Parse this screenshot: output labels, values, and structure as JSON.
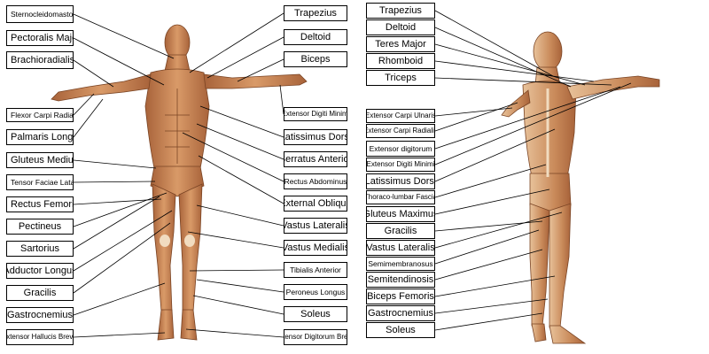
{
  "front_labels_left": [
    "Sternocleidomastoid",
    "Pectoralis Major",
    "Brachioradialis",
    "Flexor Carpi Radialis",
    "Palmaris Longus",
    "Gluteus Medius",
    "Tensor Faciae Latae",
    "Rectus Femoris",
    "Pectineus",
    "Sartorius",
    "Adductor Longus",
    "Gracilis",
    "Gastrocnemius",
    "Extensor Hallucis Brevis"
  ],
  "front_labels_right": [
    "Trapezius",
    "Deltoid",
    "Biceps",
    "Extensor Digiti Minimi",
    "Latissimus Dorsi",
    "Serratus Anterior",
    "Rectus Abdominus",
    "External Oblique",
    "Vastus Lateralis",
    "Vastus Medialis",
    "Tibialis Anterior",
    "Peroneus Longus",
    "Soleus",
    "Extensor Digitorum Brevis"
  ],
  "back_labels": [
    "Trapezius",
    "Deltoid",
    "Teres Major",
    "Rhomboid",
    "Triceps",
    "Extensor Carpi Ulnaris",
    "Extensor Carpi Radialis",
    "Extensor digitorum",
    "Extensor Digiti Minimi",
    "Latissimus Dorsi",
    "Thoraco-lumbar Fascia",
    "Gluteus Maximus",
    "Gracilis",
    "Vastus Lateralis",
    "Semimembranosus",
    "Semitendinosis",
    "Biceps Femoris",
    "Gastrocnemius",
    "Soleus"
  ],
  "colors": {
    "muscle": "#c98a5a",
    "muscle_dark": "#9a5a32",
    "muscle_light": "#e4b48a",
    "tendon": "#f1dcc0",
    "line": "#000000"
  }
}
